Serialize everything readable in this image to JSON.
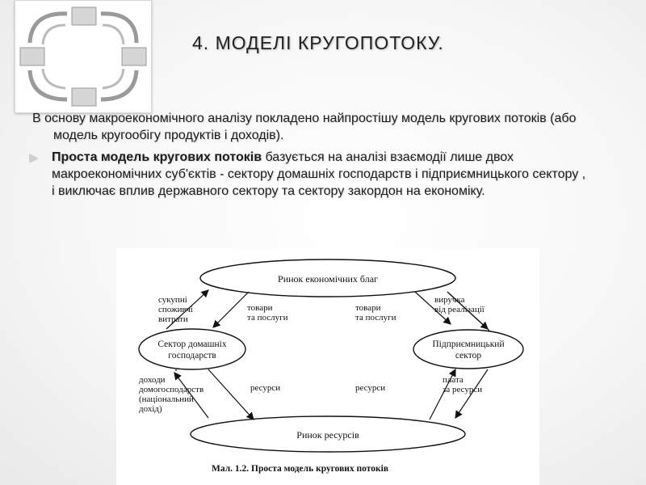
{
  "slide": {
    "title": "4. МОДЕЛІ КРУГОПОТОКУ.",
    "paragraph1": "В основу макроекономічного аналізу покладено найпростішу модель кругових потоків (або модель кругообігу продуктів і доходів).",
    "paragraph2_bold": "Проста модель кругових потоків",
    "paragraph2_rest": " базується на аналізі взаємодії лише двох макроекономічних суб'єктів - сектору домашніх господарств і підприємницького сектору , і виключає вплив державного сектору та сектору закордон на економіку."
  },
  "diagram": {
    "goods_market": "Ринок економічних благ",
    "resources_market": "Ринок ресурсів",
    "households_l1": "Сектор домашніх",
    "households_l2": "господарств",
    "firms_l1": "Підприємницький",
    "firms_l2": "сектор",
    "aggregate_spending": [
      "сукупні",
      "споживчі",
      "витрати"
    ],
    "goods_services_left": [
      "товари",
      "та послуги"
    ],
    "goods_services_right": [
      "товари",
      "та послуги"
    ],
    "revenue": [
      "виручка",
      "від реалізації"
    ],
    "household_income": [
      "доходи",
      "домогосподарств",
      "(національний",
      "дохід)"
    ],
    "resources_left": "ресурси",
    "resources_right": "ресурси",
    "payment": [
      "плата",
      "за ресурси"
    ],
    "caption": "Мал. 1.2. Проста модель кругових потоків"
  },
  "colors": {
    "bullet": "#cfcfcf",
    "text": "#1d1d1d"
  }
}
